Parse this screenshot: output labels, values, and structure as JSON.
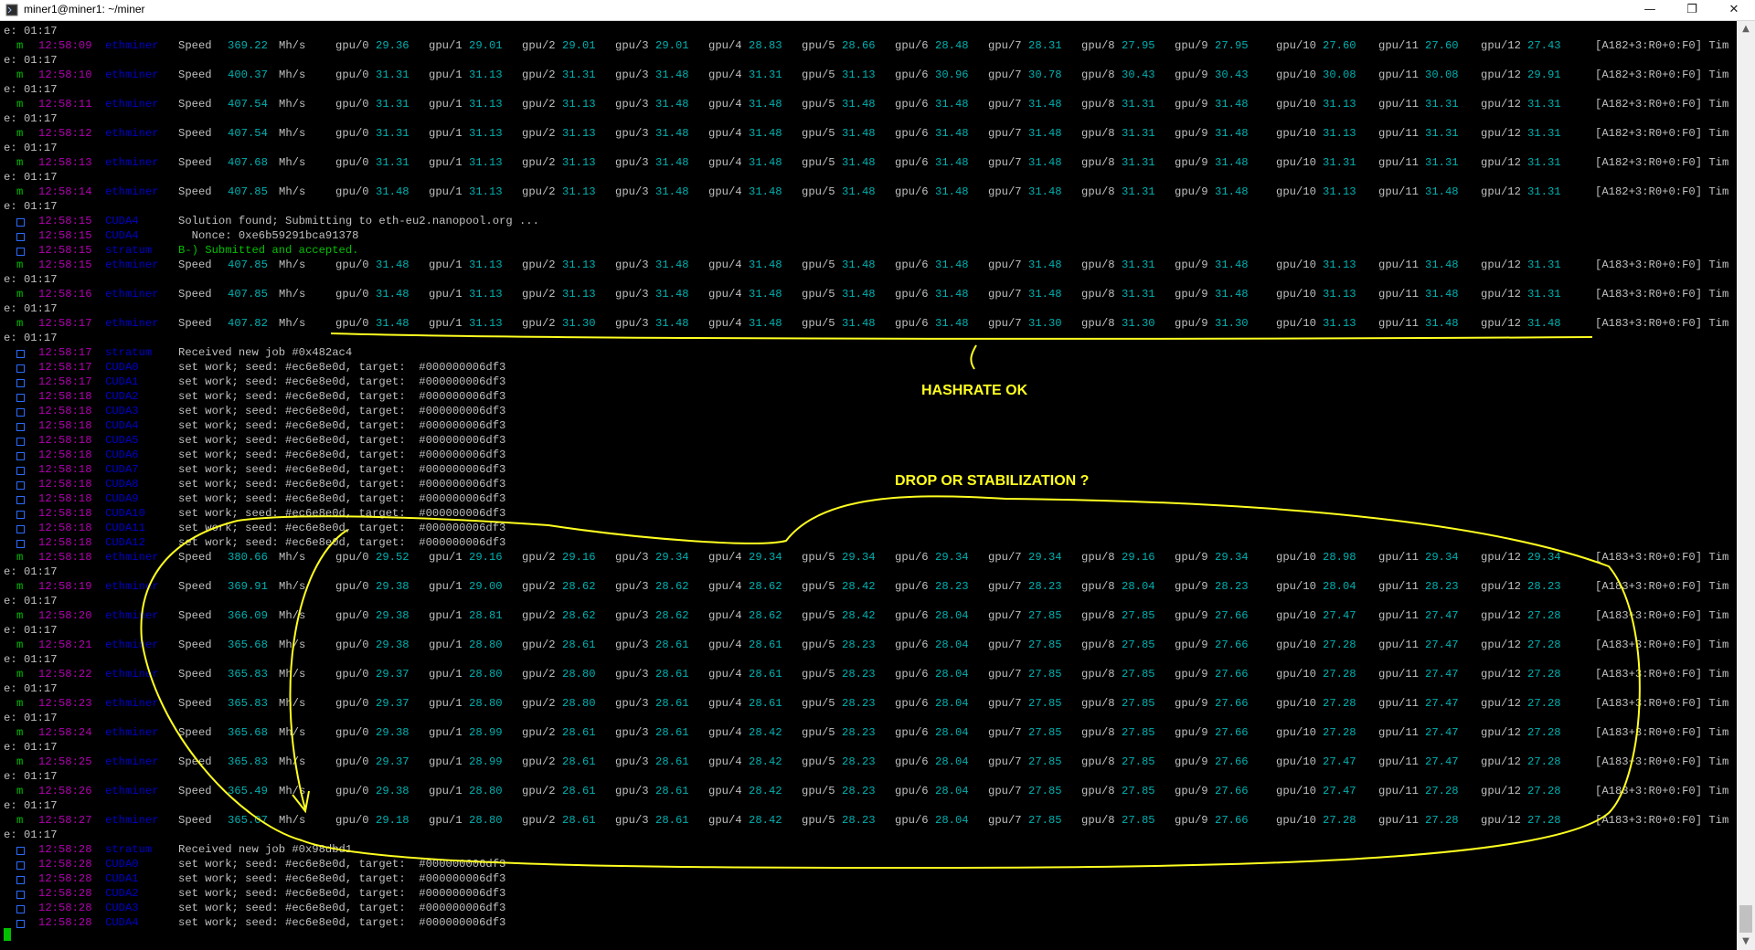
{
  "window": {
    "title": "miner1@miner1: ~/miner",
    "buttons": {
      "minimize": "—",
      "maximize": "❐",
      "close": "✕"
    }
  },
  "colors": {
    "time": "#b000b0",
    "source": "#0000c8",
    "value": "#00b0b0",
    "accepted": "#00c000",
    "annotation": "#ffff20"
  },
  "lines": [
    {
      "type": "e",
      "text": "e: 01:17"
    },
    {
      "type": "speed",
      "time": "12:58:09",
      "src": "ethminer",
      "speed": "369.22",
      "gpus": [
        "29.36",
        "29.01",
        "29.01",
        "29.01",
        "28.83",
        "28.66",
        "28.48",
        "28.31",
        "27.95",
        "27.95",
        "27.60",
        "27.60",
        "27.43"
      ],
      "tail": "[A182+3:R0+0:F0] Tim"
    },
    {
      "type": "e",
      "text": "e: 01:17"
    },
    {
      "type": "speed",
      "time": "12:58:10",
      "src": "ethminer",
      "speed": "400.37",
      "gpus": [
        "31.31",
        "31.13",
        "31.31",
        "31.48",
        "31.31",
        "31.13",
        "30.96",
        "30.78",
        "30.43",
        "30.43",
        "30.08",
        "30.08",
        "29.91"
      ],
      "tail": "[A182+3:R0+0:F0] Tim"
    },
    {
      "type": "e",
      "text": "e: 01:17"
    },
    {
      "type": "speed",
      "time": "12:58:11",
      "src": "ethminer",
      "speed": "407.54",
      "gpus": [
        "31.31",
        "31.13",
        "31.13",
        "31.48",
        "31.48",
        "31.48",
        "31.48",
        "31.48",
        "31.31",
        "31.48",
        "31.13",
        "31.31",
        "31.31"
      ],
      "tail": "[A182+3:R0+0:F0] Tim"
    },
    {
      "type": "e",
      "text": "e: 01:17"
    },
    {
      "type": "speed",
      "time": "12:58:12",
      "src": "ethminer",
      "speed": "407.54",
      "gpus": [
        "31.31",
        "31.13",
        "31.13",
        "31.48",
        "31.48",
        "31.48",
        "31.48",
        "31.48",
        "31.31",
        "31.48",
        "31.13",
        "31.31",
        "31.31"
      ],
      "tail": "[A182+3:R0+0:F0] Tim"
    },
    {
      "type": "e",
      "text": "e: 01:17"
    },
    {
      "type": "speed",
      "time": "12:58:13",
      "src": "ethminer",
      "speed": "407.68",
      "gpus": [
        "31.31",
        "31.13",
        "31.13",
        "31.48",
        "31.48",
        "31.48",
        "31.48",
        "31.48",
        "31.31",
        "31.48",
        "31.31",
        "31.31",
        "31.31"
      ],
      "tail": "[A182+3:R0+0:F0] Tim"
    },
    {
      "type": "e",
      "text": "e: 01:17"
    },
    {
      "type": "speed",
      "time": "12:58:14",
      "src": "ethminer",
      "speed": "407.85",
      "gpus": [
        "31.48",
        "31.13",
        "31.13",
        "31.48",
        "31.48",
        "31.48",
        "31.48",
        "31.48",
        "31.31",
        "31.48",
        "31.13",
        "31.48",
        "31.31"
      ],
      "tail": "[A182+3:R0+0:F0] Tim"
    },
    {
      "type": "e",
      "text": "e: 01:17"
    },
    {
      "type": "info",
      "time": "12:58:15",
      "src": "CUDA4",
      "text": "Solution found; Submitting to eth-eu2.nanopool.org ..."
    },
    {
      "type": "info",
      "time": "12:58:15",
      "src": "CUDA4",
      "text": "  Nonce: 0xe6b59291bca91378"
    },
    {
      "type": "info",
      "time": "12:58:15",
      "src": "stratum",
      "text": "B-) Submitted and accepted.",
      "ok": true
    },
    {
      "type": "speed",
      "time": "12:58:15",
      "src": "ethminer",
      "speed": "407.85",
      "gpus": [
        "31.48",
        "31.13",
        "31.13",
        "31.48",
        "31.48",
        "31.48",
        "31.48",
        "31.48",
        "31.31",
        "31.48",
        "31.13",
        "31.48",
        "31.31"
      ],
      "tail": "[A183+3:R0+0:F0] Tim"
    },
    {
      "type": "e",
      "text": "e: 01:17"
    },
    {
      "type": "speed",
      "time": "12:58:16",
      "src": "ethminer",
      "speed": "407.85",
      "gpus": [
        "31.48",
        "31.13",
        "31.13",
        "31.48",
        "31.48",
        "31.48",
        "31.48",
        "31.48",
        "31.31",
        "31.48",
        "31.13",
        "31.48",
        "31.31"
      ],
      "tail": "[A183+3:R0+0:F0] Tim"
    },
    {
      "type": "e",
      "text": "e: 01:17"
    },
    {
      "type": "speed",
      "time": "12:58:17",
      "src": "ethminer",
      "speed": "407.82",
      "gpus": [
        "31.48",
        "31.13",
        "31.30",
        "31.48",
        "31.48",
        "31.48",
        "31.48",
        "31.30",
        "31.30",
        "31.30",
        "31.13",
        "31.48",
        "31.48"
      ],
      "tail": "[A183+3:R0+0:F0] Tim"
    },
    {
      "type": "e",
      "text": "e: 01:17"
    },
    {
      "type": "info",
      "time": "12:58:17",
      "src": "stratum",
      "text": "Received new job #0x482ac4"
    },
    {
      "type": "info",
      "time": "12:58:17",
      "src": "CUDA0",
      "text": "set work; seed: #ec6e8e0d, target:  #000000006df3"
    },
    {
      "type": "info",
      "time": "12:58:17",
      "src": "CUDA1",
      "text": "set work; seed: #ec6e8e0d, target:  #000000006df3"
    },
    {
      "type": "info",
      "time": "12:58:18",
      "src": "CUDA2",
      "text": "set work; seed: #ec6e8e0d, target:  #000000006df3"
    },
    {
      "type": "info",
      "time": "12:58:18",
      "src": "CUDA3",
      "text": "set work; seed: #ec6e8e0d, target:  #000000006df3"
    },
    {
      "type": "info",
      "time": "12:58:18",
      "src": "CUDA4",
      "text": "set work; seed: #ec6e8e0d, target:  #000000006df3"
    },
    {
      "type": "info",
      "time": "12:58:18",
      "src": "CUDA5",
      "text": "set work; seed: #ec6e8e0d, target:  #000000006df3"
    },
    {
      "type": "info",
      "time": "12:58:18",
      "src": "CUDA6",
      "text": "set work; seed: #ec6e8e0d, target:  #000000006df3"
    },
    {
      "type": "info",
      "time": "12:58:18",
      "src": "CUDA7",
      "text": "set work; seed: #ec6e8e0d, target:  #000000006df3"
    },
    {
      "type": "info",
      "time": "12:58:18",
      "src": "CUDA8",
      "text": "set work; seed: #ec6e8e0d, target:  #000000006df3"
    },
    {
      "type": "info",
      "time": "12:58:18",
      "src": "CUDA9",
      "text": "set work; seed: #ec6e8e0d, target:  #000000006df3"
    },
    {
      "type": "info",
      "time": "12:58:18",
      "src": "CUDA10",
      "text": "set work; seed: #ec6e8e0d, target:  #000000006df3"
    },
    {
      "type": "info",
      "time": "12:58:18",
      "src": "CUDA11",
      "text": "set work; seed: #ec6e8e0d, target:  #000000006df3"
    },
    {
      "type": "info",
      "time": "12:58:18",
      "src": "CUDA12",
      "text": "set work; seed: #ec6e8e0d, target:  #000000006df3"
    },
    {
      "type": "speed",
      "time": "12:58:18",
      "src": "ethminer",
      "speed": "380.66",
      "gpus": [
        "29.52",
        "29.16",
        "29.16",
        "29.34",
        "29.34",
        "29.34",
        "29.34",
        "29.34",
        "29.16",
        "29.34",
        "28.98",
        "29.34",
        "29.34"
      ],
      "tail": "[A183+3:R0+0:F0] Tim"
    },
    {
      "type": "e",
      "text": "e: 01:17"
    },
    {
      "type": "speed",
      "time": "12:58:19",
      "src": "ethminer",
      "speed": "369.91",
      "gpus": [
        "29.38",
        "29.00",
        "28.62",
        "28.62",
        "28.62",
        "28.42",
        "28.23",
        "28.23",
        "28.04",
        "28.23",
        "28.04",
        "28.23",
        "28.23"
      ],
      "tail": "[A183+3:R0+0:F0] Tim"
    },
    {
      "type": "e",
      "text": "e: 01:17"
    },
    {
      "type": "speed",
      "time": "12:58:20",
      "src": "ethminer",
      "speed": "366.09",
      "gpus": [
        "29.38",
        "28.81",
        "28.62",
        "28.62",
        "28.62",
        "28.42",
        "28.04",
        "27.85",
        "27.85",
        "27.66",
        "27.47",
        "27.47",
        "27.28"
      ],
      "tail": "[A183+3:R0+0:F0] Tim"
    },
    {
      "type": "e",
      "text": "e: 01:17"
    },
    {
      "type": "speed",
      "time": "12:58:21",
      "src": "ethminer",
      "speed": "365.68",
      "gpus": [
        "29.38",
        "28.80",
        "28.61",
        "28.61",
        "28.61",
        "28.23",
        "28.04",
        "27.85",
        "27.85",
        "27.66",
        "27.28",
        "27.47",
        "27.28"
      ],
      "tail": "[A183+3:R0+0:F0] Tim"
    },
    {
      "type": "e",
      "text": "e: 01:17"
    },
    {
      "type": "speed",
      "time": "12:58:22",
      "src": "ethminer",
      "speed": "365.83",
      "gpus": [
        "29.37",
        "28.80",
        "28.80",
        "28.61",
        "28.61",
        "28.23",
        "28.04",
        "27.85",
        "27.85",
        "27.66",
        "27.28",
        "27.47",
        "27.28"
      ],
      "tail": "[A183+3:R0+0:F0] Tim"
    },
    {
      "type": "e",
      "text": "e: 01:17"
    },
    {
      "type": "speed",
      "time": "12:58:23",
      "src": "ethminer",
      "speed": "365.83",
      "gpus": [
        "29.37",
        "28.80",
        "28.80",
        "28.61",
        "28.61",
        "28.23",
        "28.04",
        "27.85",
        "27.85",
        "27.66",
        "27.28",
        "27.47",
        "27.28"
      ],
      "tail": "[A183+3:R0+0:F0] Tim"
    },
    {
      "type": "e",
      "text": "e: 01:17"
    },
    {
      "type": "speed",
      "time": "12:58:24",
      "src": "ethminer",
      "speed": "365.68",
      "gpus": [
        "29.38",
        "28.99",
        "28.61",
        "28.61",
        "28.42",
        "28.23",
        "28.04",
        "27.85",
        "27.85",
        "27.66",
        "27.28",
        "27.47",
        "27.28"
      ],
      "tail": "[A183+3:R0+0:F0] Tim"
    },
    {
      "type": "e",
      "text": "e: 01:17"
    },
    {
      "type": "speed",
      "time": "12:58:25",
      "src": "ethminer",
      "speed": "365.83",
      "gpus": [
        "29.37",
        "28.99",
        "28.61",
        "28.61",
        "28.42",
        "28.23",
        "28.04",
        "27.85",
        "27.85",
        "27.66",
        "27.47",
        "27.47",
        "27.28"
      ],
      "tail": "[A183+3:R0+0:F0] Tim"
    },
    {
      "type": "e",
      "text": "e: 01:17"
    },
    {
      "type": "speed",
      "time": "12:58:26",
      "src": "ethminer",
      "speed": "365.49",
      "gpus": [
        "29.38",
        "28.80",
        "28.61",
        "28.61",
        "28.42",
        "28.23",
        "28.04",
        "27.85",
        "27.85",
        "27.66",
        "27.47",
        "27.28",
        "27.28"
      ],
      "tail": "[A183+3:R0+0:F0] Tim"
    },
    {
      "type": "e",
      "text": "e: 01:17"
    },
    {
      "type": "speed",
      "time": "12:58:27",
      "src": "ethminer",
      "speed": "365.07",
      "gpus": [
        "29.18",
        "28.80",
        "28.61",
        "28.61",
        "28.42",
        "28.23",
        "28.04",
        "27.85",
        "27.85",
        "27.66",
        "27.28",
        "27.28",
        "27.28"
      ],
      "tail": "[A183+3:R0+0:F0] Tim"
    },
    {
      "type": "e",
      "text": "e: 01:17"
    },
    {
      "type": "info",
      "time": "12:58:28",
      "src": "stratum",
      "text": "Received new job #0x98dbd1"
    },
    {
      "type": "info",
      "time": "12:58:28",
      "src": "CUDA0",
      "text": "set work; seed: #ec6e8e0d, target:  #000000006df3"
    },
    {
      "type": "info",
      "time": "12:58:28",
      "src": "CUDA1",
      "text": "set work; seed: #ec6e8e0d, target:  #000000006df3"
    },
    {
      "type": "info",
      "time": "12:58:28",
      "src": "CUDA2",
      "text": "set work; seed: #ec6e8e0d, target:  #000000006df3"
    },
    {
      "type": "info",
      "time": "12:58:28",
      "src": "CUDA3",
      "text": "set work; seed: #ec6e8e0d, target:  #000000006df3"
    },
    {
      "type": "info",
      "time": "12:58:28",
      "src": "CUDA4",
      "text": "set work; seed: #ec6e8e0d, target:  #000000006df3"
    }
  ],
  "annotations": {
    "hashrate_ok": "HASHRATE OK",
    "drop_question": "DROP OR STABILIZATION ?"
  }
}
